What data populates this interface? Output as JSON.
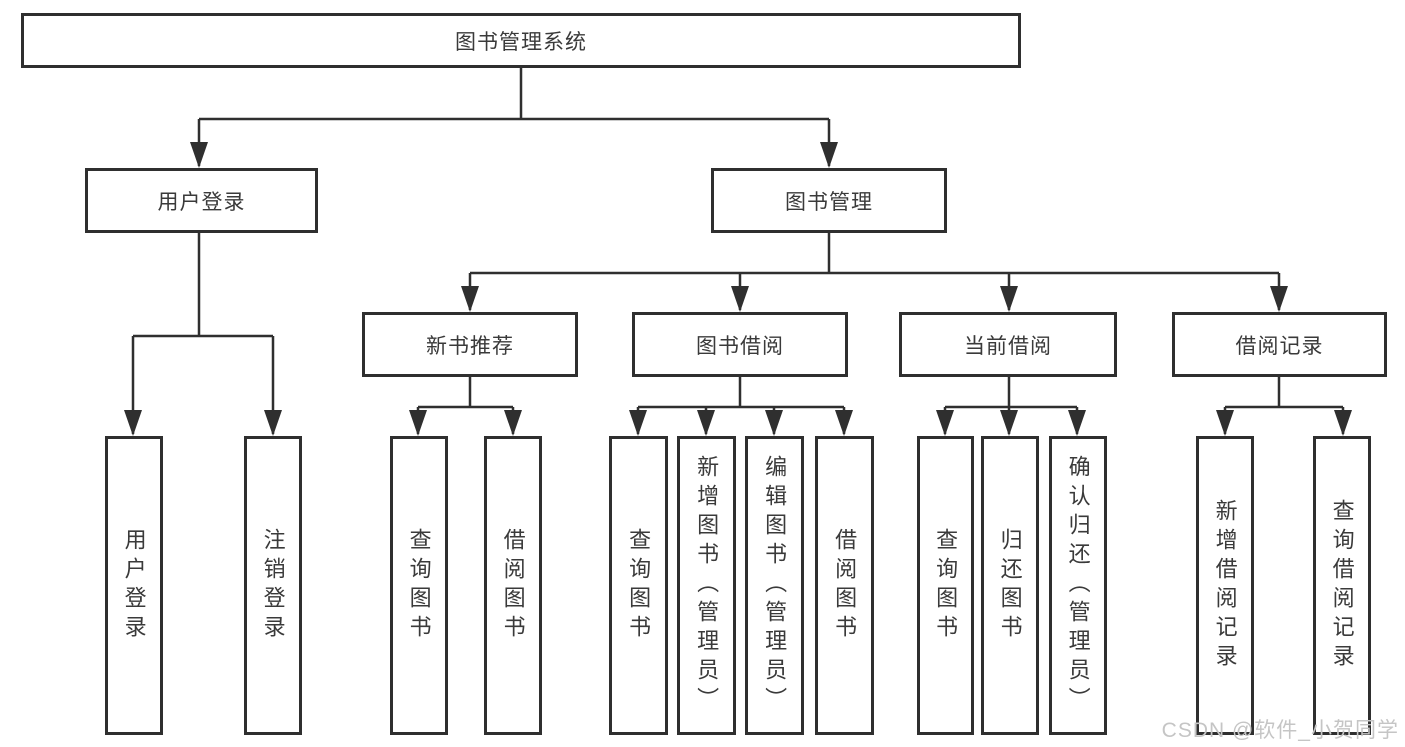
{
  "tree": {
    "root": {
      "label": "图书管理系统"
    },
    "branches": [
      {
        "label": "用户登录",
        "children": [
          "用户登录",
          "注销登录"
        ]
      },
      {
        "label": "图书管理",
        "sections": [
          {
            "label": "新书推荐",
            "children": [
              "查询图书",
              "借阅图书"
            ]
          },
          {
            "label": "图书借阅",
            "children": [
              "查询图书",
              "新增图书（管理员）",
              "编辑图书（管理员）",
              "借阅图书"
            ]
          },
          {
            "label": "当前借阅",
            "children": [
              "查询图书",
              "归还图书",
              "确认归还（管理员）"
            ]
          },
          {
            "label": "借阅记录",
            "children": [
              "新增借阅记录",
              "查询借阅记录"
            ]
          }
        ]
      }
    ]
  },
  "watermark": {
    "text": "CSDN @软件_小贺同学"
  },
  "colors": {
    "line": "#2f2f2f",
    "box_border": "#2f2f2f",
    "text": "#3a3a3a",
    "watermark": "#c5c5c5",
    "background": "#ffffff"
  }
}
